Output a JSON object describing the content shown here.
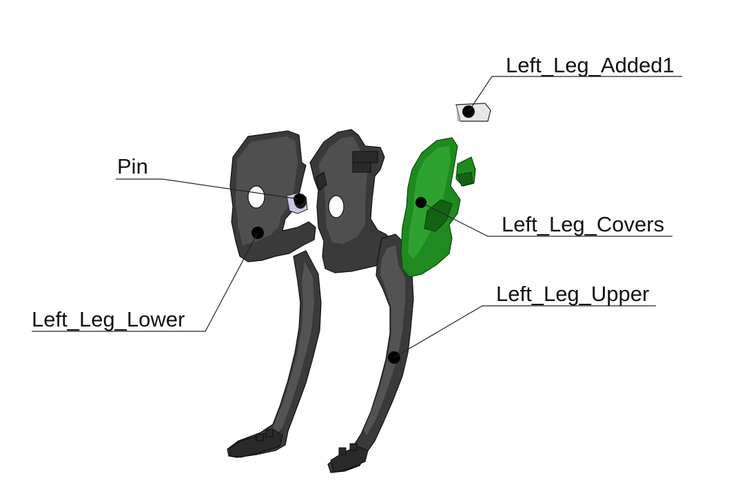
{
  "diagram": {
    "callouts": [
      {
        "id": "left_leg_added1",
        "label": "Left_Leg_Added1"
      },
      {
        "id": "pin",
        "label": "Pin"
      },
      {
        "id": "left_leg_covers",
        "label": "Left_Leg_Covers"
      },
      {
        "id": "left_leg_upper",
        "label": "Left_Leg_Upper"
      },
      {
        "id": "left_leg_lower",
        "label": "Left_Leg_Lower"
      }
    ],
    "colors": {
      "dark_part": "#3a3a3a",
      "cover_part": "#1f8a1f",
      "pin_part": "#c8c8e6",
      "added_part": "#e6e6e6",
      "leader_line": "#222222"
    }
  }
}
